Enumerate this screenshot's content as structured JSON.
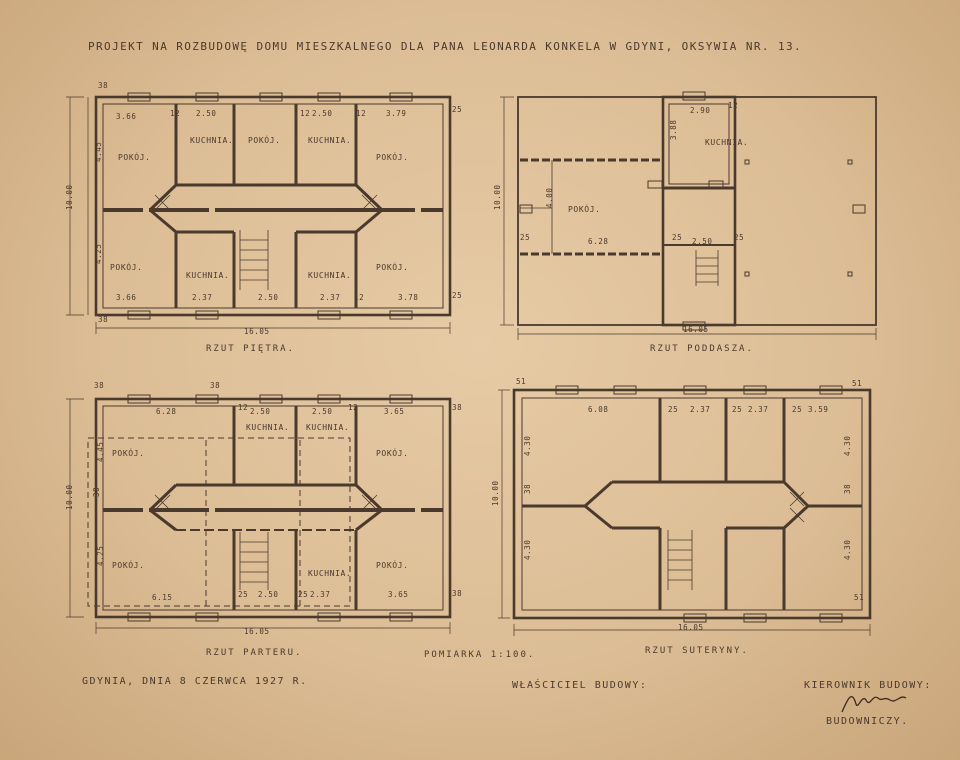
{
  "title": "PROJEKT NA ROZBUDOWĘ DOMU MIESZKALNEGO DLA PANA LEONARDA KONKELA W GDYNI, OKSYWIA NR. 13.",
  "plans": [
    {
      "id": "pietra",
      "caption": "RZUT PIĘTRA.",
      "room_labels": [
        "POKÓJ.",
        "KUCHNIA.",
        "POKÓJ.",
        "KUCHNIA.",
        "POKÓJ.",
        "POKÓJ.",
        "KUCHNIA.",
        "KUCHNIA.",
        "POKÓJ."
      ],
      "dimensions": [
        "3.66",
        "2.50",
        "2.50",
        "3.79",
        "4.45",
        "4.25",
        "10.00",
        "3.66",
        "2.37",
        "2.50",
        "2.37",
        "3.78",
        "16.05",
        "25",
        "25",
        "12",
        "12",
        "12",
        "12",
        "38",
        "38"
      ]
    },
    {
      "id": "poddasza",
      "caption": "RZUT PODDASZA.",
      "room_labels": [
        "KUCHNIA.",
        "POKÓJ."
      ],
      "dimensions": [
        "2.90",
        "3.88",
        "4.00",
        "6.28",
        "2.50",
        "10.00",
        "16.05",
        "25",
        "25",
        "25",
        "12"
      ]
    },
    {
      "id": "parteru",
      "caption": "RZUT PARTERU.",
      "room_labels": [
        "KUCHNIA.",
        "KUCHNIA.",
        "POKÓJ.",
        "POKÓJ.",
        "POKÓJ.",
        "KUCHNIA.",
        "POKÓJ."
      ],
      "dimensions": [
        "6.28",
        "2.50",
        "2.50",
        "3.65",
        "4.45",
        "10.00",
        "4.25",
        "6.15",
        "2.50",
        "2.37",
        "3.65",
        "16.05",
        "38",
        "38",
        "38",
        "38",
        "38",
        "12",
        "12",
        "25",
        "25"
      ]
    },
    {
      "id": "sutereny",
      "caption": "RZUT SUTERYNY.",
      "room_labels": [],
      "dimensions": [
        "6.08",
        "2.37",
        "2.37",
        "3.59",
        "4.30",
        "4.30",
        "10.00",
        "4.30",
        "4.30",
        "16.05",
        "25",
        "25",
        "25",
        "51",
        "51",
        "51",
        "38",
        "38"
      ]
    }
  ],
  "scale": "POMIARKA 1:100.",
  "place_date": "GDYNIA, DNIA 8 CZERWCA 1927 R.",
  "owner_label": "WŁAŚCICIEL BUDOWY:",
  "manager_label": "KIEROWNIK BUDOWY:",
  "builder_label": "BUDOWNICZY.",
  "colors": {
    "paper": "#dcbd95",
    "ink": "#4a3a2e"
  }
}
